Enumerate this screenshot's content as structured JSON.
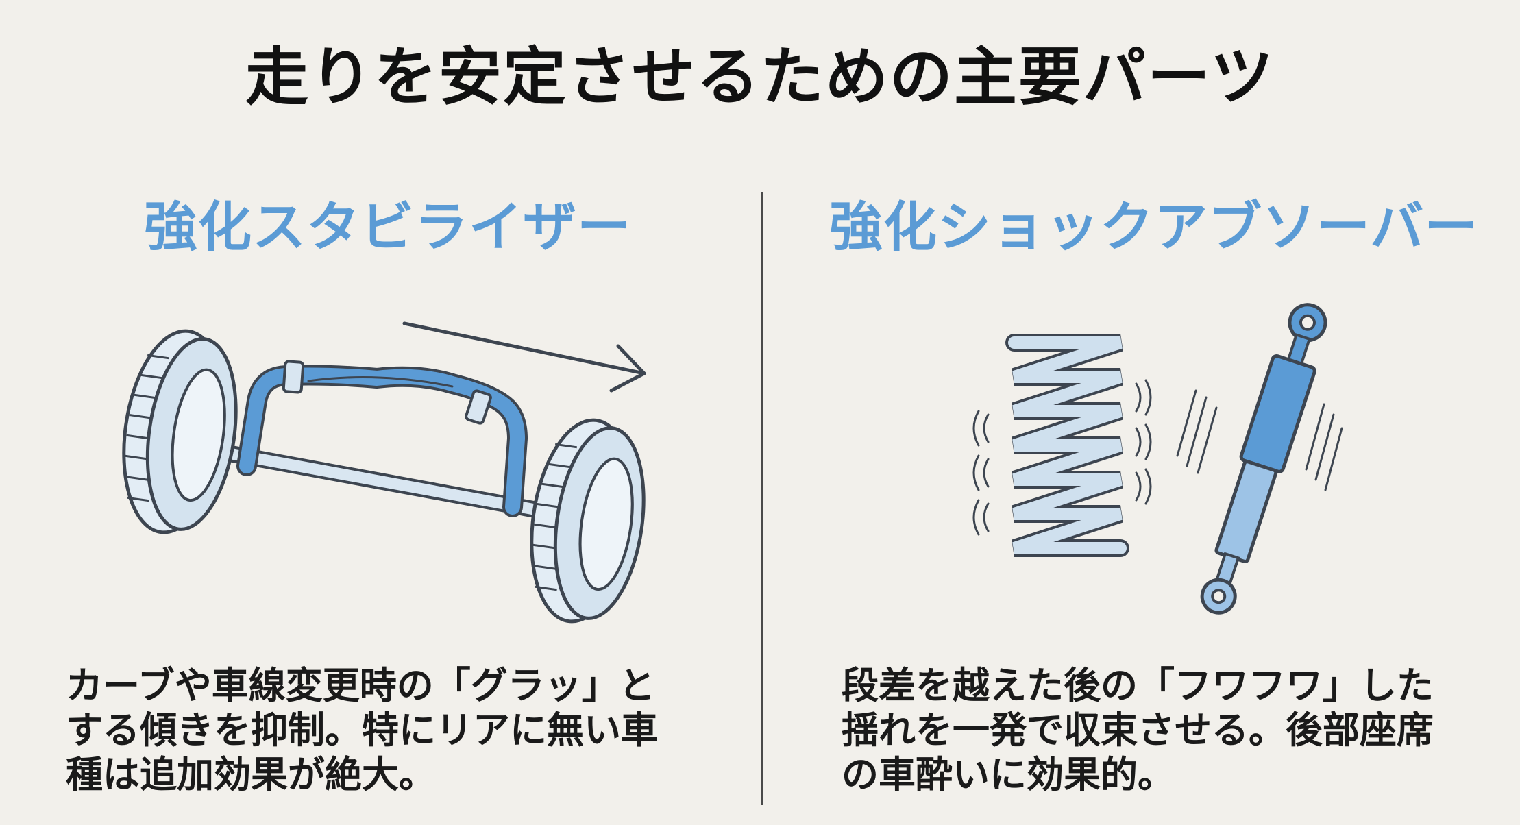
{
  "title": "走りを安定させるための主要パーツ",
  "panels": [
    {
      "heading": "強化スタビライザー",
      "lines": [
        "カーブや車線変更時の「グラッ」と",
        "する傾きを抑制。特にリアに無い車",
        "種は追加効果が絶大。"
      ]
    },
    {
      "heading": "強化ショックアブソーバー",
      "lines": [
        "段差を越えた後の「フワフワ」した",
        "揺れを一発で収束させる。後部座席",
        "の車酔いに効果的。"
      ]
    }
  ],
  "colors": {
    "background": "#f2f0eb",
    "accent_blue": "#5b9bd5",
    "light_blue": "#cfe0ee",
    "outline": "#3d4550",
    "text": "#111111"
  },
  "icons": [
    "stabilizer-axle-illustration",
    "coil-spring-icon",
    "shock-absorber-icon",
    "direction-arrow-icon"
  ]
}
